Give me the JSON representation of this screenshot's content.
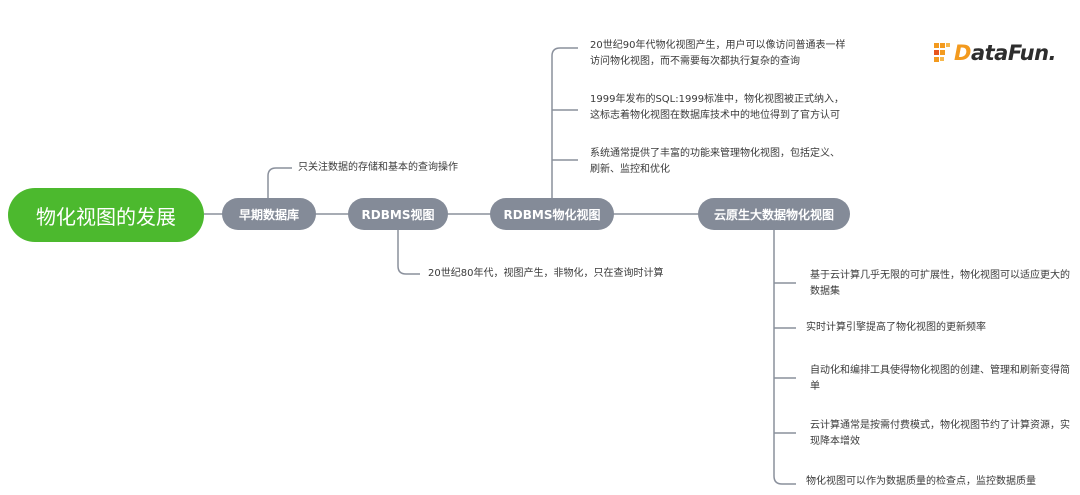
{
  "root": "物化视图的发展",
  "stages": {
    "early": "早期数据库",
    "rdbms_view": "RDBMS视图",
    "rdbms_mv": "RDBMS物化视图",
    "cloud": "云原生大数据物化视图"
  },
  "notes": {
    "early": "只关注数据的存储和基本的查询操作",
    "rdbms_view": "20世纪80年代，视图产生，非物化，只在查询时计算",
    "rdbms_mv": [
      "20世纪90年代物化视图产生，用户可以像访问普通表一样访问物化视图，而不需要每次都执行复杂的查询",
      "1999年发布的SQL:1999标准中，物化视图被正式纳入，这标志着物化视图在数据库技术中的地位得到了官方认可",
      "系统通常提供了丰富的功能来管理物化视图，包括定义、刷新、监控和优化"
    ],
    "cloud": [
      "基于云计算几乎无限的可扩展性，物化视图可以适应更大的数据集",
      "实时计算引擎提高了物化视图的更新频率",
      "自动化和编排工具使得物化视图的创建、管理和刷新变得简单",
      "云计算通常是按需付费模式，物化视图节约了计算资源，实现降本增效",
      "物化视图可以作为数据质量的检查点，监控数据质量"
    ]
  },
  "logo": {
    "first": "D",
    "rest": "ataFun."
  },
  "colors": {
    "root": "#4cb92e",
    "stage": "#848b98",
    "line": "#8a909c",
    "logo_accent": "#f39a1e"
  }
}
